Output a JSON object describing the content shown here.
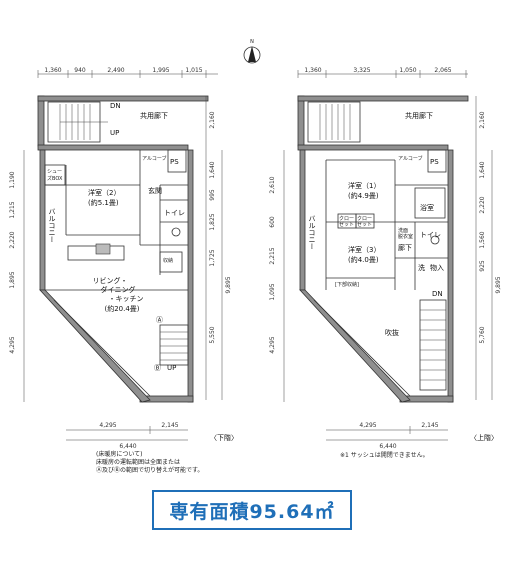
{
  "compass": {
    "label": "N"
  },
  "floor1": {
    "label": "〈下階〉",
    "top_dims": [
      "1,360",
      "940",
      "2,490",
      "1,995",
      "1,015"
    ],
    "left_dims": [
      "1,190",
      "1,215",
      "2,220",
      "1,895",
      "4,295"
    ],
    "right_dims": [
      "2,160",
      "1,640",
      "995",
      "1,825",
      "1,725",
      "9,895",
      "5,550"
    ],
    "bottom_dims": [
      "4,295",
      "2,145",
      "6,440"
    ],
    "rooms": {
      "dn": "DN",
      "up_top": "UP",
      "corridor": "共用廊下",
      "alcove": "アルコーブ",
      "ps": "PS",
      "closet": "シュー",
      "closet2": "ズBOX",
      "bedroom": "洋室（2）",
      "bedroom_size": "(約5.1畳)",
      "entrance": "玄関",
      "toilet": "トイレ",
      "storage": "収納",
      "ldk1": "リビング・",
      "ldk2": "ダイニング",
      "ldk3": "・キッチン",
      "ldk_size": "(約20.4畳)",
      "balcony": "バルコニー",
      "marker_a": "Ⓐ",
      "marker_b": "Ⓑ",
      "up_stair": "UP"
    },
    "notes": [
      "(床暖房について)",
      "床暖房の運転範囲は全面または",
      "Ⓐ及びⒷの範囲で切り替えが可能です。"
    ]
  },
  "floor2": {
    "label": "〈上階〉",
    "top_dims": [
      "1,360",
      "3,325",
      "1,050",
      "2,065"
    ],
    "left_dims": [
      "2,610",
      "600",
      "2,215",
      "1,095",
      "4,295"
    ],
    "right_dims": [
      "2,160",
      "1,640",
      "2,220",
      "1,560",
      "925",
      "5,760",
      "9,895"
    ],
    "bottom_dims": [
      "4,295",
      "2,145",
      "6,440"
    ],
    "rooms": {
      "corridor": "共用廊下",
      "alcove": "アルコーブ",
      "ps": "PS",
      "bedroom1": "洋室（1）",
      "bedroom1_size": "(約4.9畳)",
      "bedroom3": "洋室（3）",
      "bedroom3_size": "(約4.0畳)",
      "closet_a": "クロー",
      "closet_a2": "ゼット",
      "closet_b": "クロー",
      "closet_b2": "ゼット",
      "bath": "浴室",
      "washroom": "洗面",
      "washroom2": "脱衣室",
      "toilet": "トイレ",
      "hall": "廊下",
      "laundry": "洗",
      "storage": "物入",
      "void_label": "[下部収納]",
      "void": "吹抜",
      "dn": "DN",
      "balcony": "バルコニー"
    },
    "notes": [
      "※1 サッシュは開閉できません。"
    ]
  },
  "area": {
    "label": "専有面積95.64㎡"
  }
}
